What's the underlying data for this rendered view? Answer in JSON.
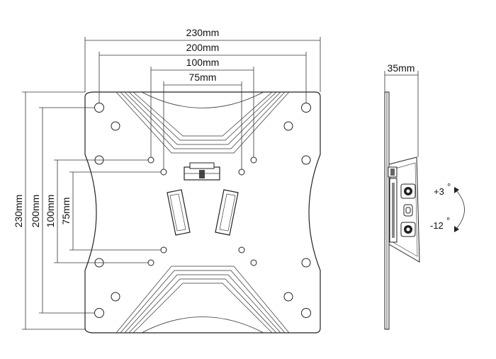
{
  "front_view": {
    "horizontal_dimensions": [
      "230mm",
      "200mm",
      "100mm",
      "75mm"
    ],
    "vertical_dimensions": [
      "230mm",
      "200mm",
      "100mm",
      "75mm"
    ]
  },
  "side_view": {
    "depth_dimension": "35mm",
    "tilt_up": "+3",
    "tilt_down": "-12",
    "degree_symbol": "°"
  }
}
